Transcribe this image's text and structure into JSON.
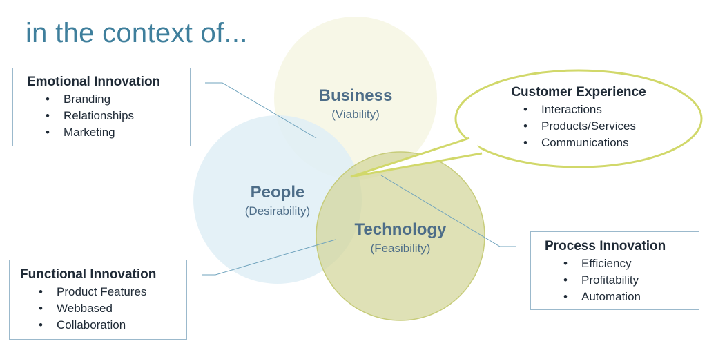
{
  "title": "in the context of...",
  "circles": {
    "business": {
      "label": "Business",
      "sub": "(Viability)"
    },
    "people": {
      "label": "People",
      "sub": "(Desirability)"
    },
    "technology": {
      "label": "Technology",
      "sub": "(Feasibility)"
    }
  },
  "boxes": {
    "emotional": {
      "title": "Emotional Innovation",
      "items": [
        "Branding",
        "Relationships",
        "Marketing"
      ]
    },
    "functional": {
      "title": "Functional Innovation",
      "items": [
        "Product Features",
        "Webbased",
        "Collaboration"
      ]
    },
    "process": {
      "title": "Process Innovation",
      "items": [
        "Efficiency",
        "Profitability",
        "Automation"
      ]
    }
  },
  "callout": {
    "title": "Customer Experience",
    "items": [
      "Interactions",
      "Products/Services",
      "Communications"
    ]
  },
  "colors": {
    "title": "#3f7f9c",
    "business_fill": "#f6f6e4",
    "people_fill": "#dfeef6",
    "technology_fill": "#d3d59a",
    "technology_stroke": "#c7cc7a",
    "callout_stroke": "#d1d86a",
    "connector": "#6fa3bd"
  }
}
